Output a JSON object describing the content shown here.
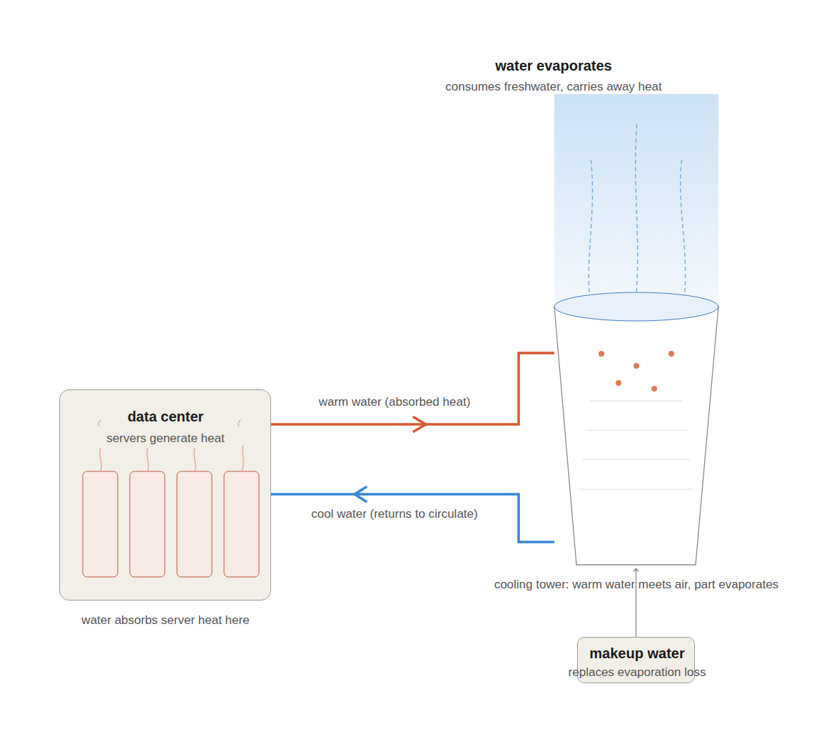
{
  "diagram": {
    "nodes": [
      {
        "text": [
          "water evaporates",
          "consumes freshwater, carries away heat"
        ]
      },
      {
        "text": [
          "data center",
          "servers generate heat",
          "water absorbs server heat here"
        ]
      },
      {
        "text": [
          "cooling tower: warm water meets air, part evaporates"
        ]
      },
      {
        "text": [
          "makeup water",
          "replaces evaporation loss"
        ]
      }
    ],
    "edges": [
      {
        "from": 1,
        "to": 2,
        "label": "warm water (absorbed heat)",
        "arrow": "to"
      },
      {
        "from": 2,
        "to": 1,
        "label": "cool water (returns to circulate)",
        "arrow": "to"
      },
      {
        "from": 3,
        "to": 2,
        "arrow": "to"
      }
    ]
  }
}
